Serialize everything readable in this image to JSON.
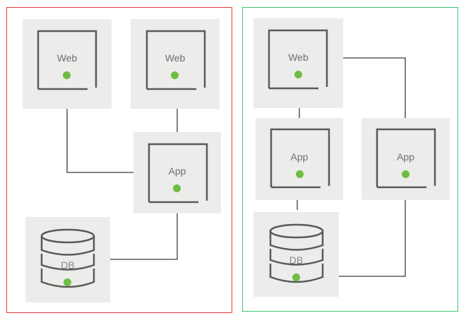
{
  "diagram": {
    "panels": [
      {
        "name": "left",
        "border_color": "#e8393f",
        "nodes": [
          {
            "id": "web1",
            "type": "server",
            "label": "Web",
            "status": "online"
          },
          {
            "id": "web2",
            "type": "server",
            "label": "Web",
            "status": "online"
          },
          {
            "id": "app1",
            "type": "server",
            "label": "App",
            "status": "online"
          },
          {
            "id": "db1",
            "type": "database",
            "label": "DB",
            "status": "online"
          }
        ],
        "edges": [
          [
            "web1",
            "app1"
          ],
          [
            "web2",
            "app1"
          ],
          [
            "app1",
            "db1"
          ]
        ]
      },
      {
        "name": "right",
        "border_color": "#3ec878",
        "nodes": [
          {
            "id": "web3",
            "type": "server",
            "label": "Web",
            "status": "online"
          },
          {
            "id": "app2",
            "type": "server",
            "label": "App",
            "status": "online"
          },
          {
            "id": "app3",
            "type": "server",
            "label": "App",
            "status": "online"
          },
          {
            "id": "db2",
            "type": "database",
            "label": "DB",
            "status": "online"
          }
        ],
        "edges": [
          [
            "web3",
            "app2"
          ],
          [
            "web3",
            "app3"
          ],
          [
            "app2",
            "db2"
          ],
          [
            "app3",
            "db2"
          ]
        ]
      }
    ],
    "status_color": "#70bd43",
    "node_bg": "#ececea",
    "icon_color": "#5a5a5a"
  }
}
